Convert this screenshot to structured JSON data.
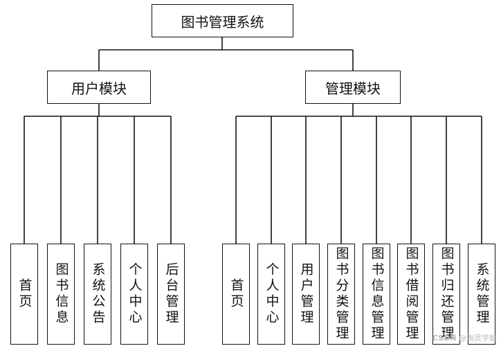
{
  "root": {
    "label": "图书管理系统"
  },
  "modules": [
    {
      "label": "用户模块",
      "children": [
        "首页",
        "图书信息",
        "系统公告",
        "个人中心",
        "后台管理"
      ]
    },
    {
      "label": "管理模块",
      "children": [
        "首页",
        "个人中心",
        "用户管理",
        "图书分类管理",
        "图书信息管理",
        "图书借阅管理",
        "图书归还管理",
        "系统管理"
      ]
    }
  ],
  "watermark": {
    "site": "CSDN",
    "author": "@淘灵学姐"
  }
}
